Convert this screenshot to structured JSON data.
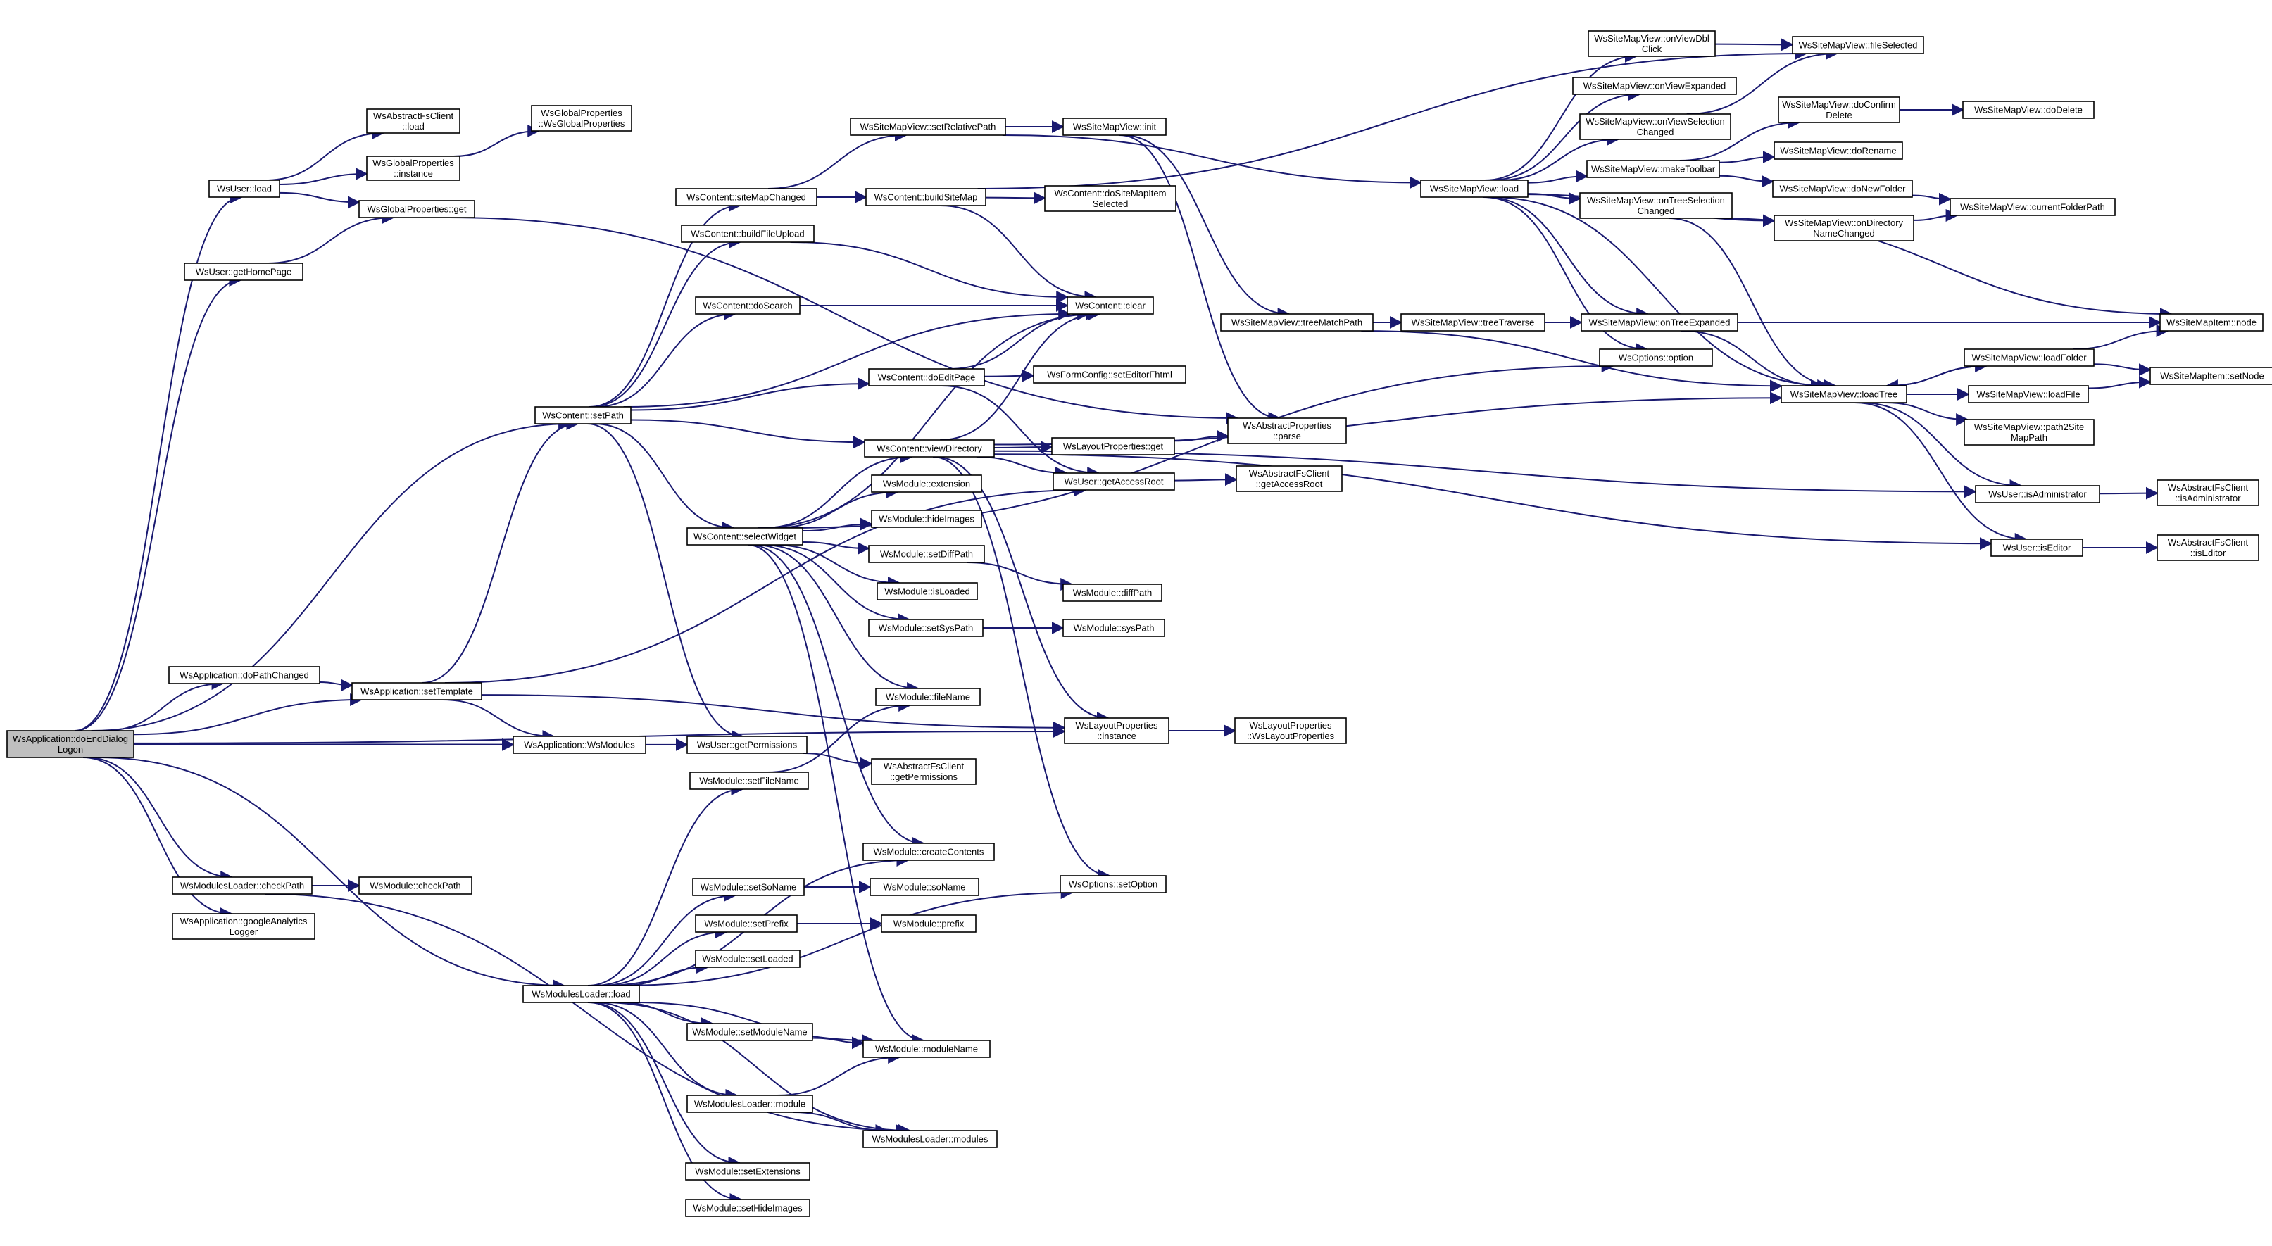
{
  "title": "",
  "colors": {
    "edge": "#191970",
    "node_border": "#000000",
    "root_fill": "#bfbfbf",
    "node_fill": "#ffffff"
  },
  "nodes": [
    {
      "id": "root",
      "label": [
        "WsApplication::doEndDialog",
        "Logon"
      ],
      "root": true
    },
    {
      "id": "userload",
      "label": [
        "WsUser::load"
      ]
    },
    {
      "id": "fsload",
      "label": [
        "WsAbstractFsClient",
        "::load"
      ]
    },
    {
      "id": "gpinst",
      "label": [
        "WsGlobalProperties",
        "::instance"
      ]
    },
    {
      "id": "gpctor",
      "label": [
        "WsGlobalProperties",
        "::WsGlobalProperties"
      ]
    },
    {
      "id": "gpget",
      "label": [
        "WsGlobalProperties::get"
      ]
    },
    {
      "id": "home",
      "label": [
        "WsUser::getHomePage"
      ]
    },
    {
      "id": "dopath",
      "label": [
        "WsApplication::doPathChanged"
      ]
    },
    {
      "id": "settmpl",
      "label": [
        "WsApplication::setTemplate"
      ]
    },
    {
      "id": "wsmods",
      "label": [
        "WsApplication::WsModules"
      ]
    },
    {
      "id": "mlcheck",
      "label": [
        "WsModulesLoader::checkPath"
      ]
    },
    {
      "id": "modcheck",
      "label": [
        "WsModule::checkPath"
      ]
    },
    {
      "id": "ga",
      "label": [
        "WsApplication::googleAnalytics",
        "Logger"
      ]
    },
    {
      "id": "mlload",
      "label": [
        "WsModulesLoader::load"
      ]
    },
    {
      "id": "setpath",
      "label": [
        "WsContent::setPath"
      ]
    },
    {
      "id": "smchanged",
      "label": [
        "WsContent::siteMapChanged"
      ]
    },
    {
      "id": "bfu",
      "label": [
        "WsContent::buildFileUpload"
      ]
    },
    {
      "id": "dosearch",
      "label": [
        "WsContent::doSearch"
      ]
    },
    {
      "id": "selwidget",
      "label": [
        "WsContent::selectWidget"
      ]
    },
    {
      "id": "getperm",
      "label": [
        "WsUser::getPermissions"
      ]
    },
    {
      "id": "setfn",
      "label": [
        "WsModule::setFileName"
      ]
    },
    {
      "id": "smvsetrel",
      "label": [
        "WsSiteMapView::setRelativePath"
      ]
    },
    {
      "id": "bsm",
      "label": [
        "WsContent::buildSiteMap"
      ]
    },
    {
      "id": "dosmsel",
      "label": [
        "WsContent::doSiteMapItem",
        "Selected"
      ]
    },
    {
      "id": "clear",
      "label": [
        "WsContent::clear"
      ]
    },
    {
      "id": "doedit",
      "label": [
        "WsContent::doEditPage"
      ]
    },
    {
      "id": "fhtml",
      "label": [
        "WsFormConfig::setEditorFhtml"
      ]
    },
    {
      "id": "viewdir",
      "label": [
        "WsContent::viewDirectory"
      ]
    },
    {
      "id": "lpget",
      "label": [
        "WsLayoutProperties::get"
      ]
    },
    {
      "id": "apparse",
      "label": [
        "WsAbstractProperties",
        "::parse"
      ]
    },
    {
      "id": "getroot",
      "label": [
        "WsUser::getAccessRoot"
      ]
    },
    {
      "id": "fsroot",
      "label": [
        "WsAbstractFsClient",
        "::getAccessRoot"
      ]
    },
    {
      "id": "ext",
      "label": [
        "WsModule::extension"
      ]
    },
    {
      "id": "hideimg",
      "label": [
        "WsModule::hideImages"
      ]
    },
    {
      "id": "setdiff",
      "label": [
        "WsModule::setDiffPath"
      ]
    },
    {
      "id": "diff",
      "label": [
        "WsModule::diffPath"
      ]
    },
    {
      "id": "isloaded",
      "label": [
        "WsModule::isLoaded"
      ]
    },
    {
      "id": "setsys",
      "label": [
        "WsModule::setSysPath"
      ]
    },
    {
      "id": "sys",
      "label": [
        "WsModule::sysPath"
      ]
    },
    {
      "id": "fname",
      "label": [
        "WsModule::fileName"
      ]
    },
    {
      "id": "lpinst",
      "label": [
        "WsLayoutProperties",
        "::instance"
      ]
    },
    {
      "id": "lpctor",
      "label": [
        "WsLayoutProperties",
        "::WsLayoutProperties"
      ]
    },
    {
      "id": "fsperm",
      "label": [
        "WsAbstractFsClient",
        "::getPermissions"
      ]
    },
    {
      "id": "createc",
      "label": [
        "WsModule::createContents"
      ]
    },
    {
      "id": "setso",
      "label": [
        "WsModule::setSoName"
      ]
    },
    {
      "id": "so",
      "label": [
        "WsModule::soName"
      ]
    },
    {
      "id": "setprefix",
      "label": [
        "WsModule::setPrefix"
      ]
    },
    {
      "id": "prefix",
      "label": [
        "WsModule::prefix"
      ]
    },
    {
      "id": "setloaded",
      "label": [
        "WsModule::setLoaded"
      ]
    },
    {
      "id": "setmodname",
      "label": [
        "WsModule::setModuleName"
      ]
    },
    {
      "id": "modname",
      "label": [
        "WsModule::moduleName"
      ]
    },
    {
      "id": "mlmodule",
      "label": [
        "WsModulesLoader::module"
      ]
    },
    {
      "id": "mlmodules",
      "label": [
        "WsModulesLoader::modules"
      ]
    },
    {
      "id": "setext",
      "label": [
        "WsModule::setExtensions"
      ]
    },
    {
      "id": "sethide",
      "label": [
        "WsModule::setHideImages"
      ]
    },
    {
      "id": "setopt",
      "label": [
        "WsOptions::setOption"
      ]
    },
    {
      "id": "smvinit",
      "label": [
        "WsSiteMapView::init"
      ]
    },
    {
      "id": "smvload",
      "label": [
        "WsSiteMapView::load"
      ]
    },
    {
      "id": "tmatch",
      "label": [
        "WsSiteMapView::treeMatchPath"
      ]
    },
    {
      "id": "ttrav",
      "label": [
        "WsSiteMapView::treeTraverse"
      ]
    },
    {
      "id": "dblclick",
      "label": [
        "WsSiteMapView::onViewDbl",
        "Click"
      ]
    },
    {
      "id": "fsel",
      "label": [
        "WsSiteMapView::fileSelected"
      ]
    },
    {
      "id": "viewexp",
      "label": [
        "WsSiteMapView::onViewExpanded"
      ]
    },
    {
      "id": "viewselch",
      "label": [
        "WsSiteMapView::onViewSelection",
        "Changed"
      ]
    },
    {
      "id": "toolbar",
      "label": [
        "WsSiteMapView::makeToolbar"
      ]
    },
    {
      "id": "confdel",
      "label": [
        "WsSiteMapView::doConfirm",
        "Delete"
      ]
    },
    {
      "id": "dodel",
      "label": [
        "WsSiteMapView::doDelete"
      ]
    },
    {
      "id": "rename",
      "label": [
        "WsSiteMapView::doRename"
      ]
    },
    {
      "id": "newfolder",
      "label": [
        "WsSiteMapView::doNewFolder"
      ]
    },
    {
      "id": "curfolder",
      "label": [
        "WsSiteMapView::currentFolderPath"
      ]
    },
    {
      "id": "dirname",
      "label": [
        "WsSiteMapView::onDirectory",
        "NameChanged"
      ]
    },
    {
      "id": "treesel",
      "label": [
        "WsSiteMapView::onTreeSelection",
        "Changed"
      ]
    },
    {
      "id": "treeexp",
      "label": [
        "WsSiteMapView::onTreeExpanded"
      ]
    },
    {
      "id": "option",
      "label": [
        "WsOptions::option"
      ]
    },
    {
      "id": "loadtree",
      "label": [
        "WsSiteMapView::loadTree"
      ]
    },
    {
      "id": "loadfolder",
      "label": [
        "WsSiteMapView::loadFolder"
      ]
    },
    {
      "id": "loadfile",
      "label": [
        "WsSiteMapView::loadFile"
      ]
    },
    {
      "id": "path2",
      "label": [
        "WsSiteMapView::path2Site",
        "MapPath"
      ]
    },
    {
      "id": "itemnode",
      "label": [
        "WsSiteMapItem::node"
      ]
    },
    {
      "id": "itemset",
      "label": [
        "WsSiteMapItem::setNode"
      ]
    },
    {
      "id": "isadmin",
      "label": [
        "WsUser::isAdministrator"
      ]
    },
    {
      "id": "fsadmin",
      "label": [
        "WsAbstractFsClient",
        "::isAdministrator"
      ]
    },
    {
      "id": "iseditor",
      "label": [
        "WsUser::isEditor"
      ]
    },
    {
      "id": "fseditor",
      "label": [
        "WsAbstractFsClient",
        "::isEditor"
      ]
    }
  ],
  "edges": [
    [
      "root",
      "userload"
    ],
    [
      "root",
      "home"
    ],
    [
      "root",
      "setpath"
    ],
    [
      "root",
      "dopath"
    ],
    [
      "root",
      "settmpl"
    ],
    [
      "root",
      "wsmods"
    ],
    [
      "root",
      "getperm"
    ],
    [
      "root",
      "lpinst"
    ],
    [
      "root",
      "mlcheck"
    ],
    [
      "root",
      "ga"
    ],
    [
      "root",
      "mlload"
    ],
    [
      "userload",
      "fsload"
    ],
    [
      "userload",
      "gpinst"
    ],
    [
      "userload",
      "gpget"
    ],
    [
      "gpinst",
      "gpctor"
    ],
    [
      "home",
      "gpget"
    ],
    [
      "gpget",
      "apparse"
    ],
    [
      "dopath",
      "settmpl"
    ],
    [
      "settmpl",
      "setpath"
    ],
    [
      "settmpl",
      "wsmods"
    ],
    [
      "settmpl",
      "lpinst"
    ],
    [
      "settmpl",
      "getroot"
    ],
    [
      "mlcheck",
      "modcheck"
    ],
    [
      "mlcheck",
      "mlmodules"
    ],
    [
      "setpath",
      "smchanged"
    ],
    [
      "setpath",
      "bfu"
    ],
    [
      "setpath",
      "clear"
    ],
    [
      "setpath",
      "dosearch"
    ],
    [
      "setpath",
      "doedit"
    ],
    [
      "setpath",
      "viewdir"
    ],
    [
      "setpath",
      "selwidget"
    ],
    [
      "setpath",
      "getperm"
    ],
    [
      "smchanged",
      "smvsetrel"
    ],
    [
      "smchanged",
      "bsm"
    ],
    [
      "bsm",
      "dosmsel"
    ],
    [
      "bsm",
      "clear"
    ],
    [
      "bsm",
      "fsel"
    ],
    [
      "bfu",
      "clear"
    ],
    [
      "dosearch",
      "clear"
    ],
    [
      "doedit",
      "clear"
    ],
    [
      "doedit",
      "fhtml"
    ],
    [
      "doedit",
      "getroot"
    ],
    [
      "viewdir",
      "clear"
    ],
    [
      "viewdir",
      "lpget"
    ],
    [
      "viewdir",
      "getroot"
    ],
    [
      "viewdir",
      "lpinst"
    ],
    [
      "viewdir",
      "setopt"
    ],
    [
      "viewdir",
      "isadmin"
    ],
    [
      "viewdir",
      "iseditor"
    ],
    [
      "viewdir",
      "loadtree"
    ],
    [
      "lpget",
      "apparse"
    ],
    [
      "getroot",
      "fsroot"
    ],
    [
      "selwidget",
      "clear"
    ],
    [
      "selwidget",
      "viewdir"
    ],
    [
      "selwidget",
      "ext"
    ],
    [
      "selwidget",
      "hideimg"
    ],
    [
      "selwidget",
      "setdiff"
    ],
    [
      "selwidget",
      "isloaded"
    ],
    [
      "selwidget",
      "setsys"
    ],
    [
      "selwidget",
      "fname"
    ],
    [
      "selwidget",
      "createc"
    ],
    [
      "selwidget",
      "modname"
    ],
    [
      "selwidget",
      "option"
    ],
    [
      "setdiff",
      "diff"
    ],
    [
      "setsys",
      "sys"
    ],
    [
      "getperm",
      "fsperm"
    ],
    [
      "setfn",
      "fname"
    ],
    [
      "mlload",
      "setfn"
    ],
    [
      "mlload",
      "createc"
    ],
    [
      "mlload",
      "setso"
    ],
    [
      "mlload",
      "setprefix"
    ],
    [
      "mlload",
      "setloaded"
    ],
    [
      "mlload",
      "setmodname"
    ],
    [
      "mlload",
      "modname"
    ],
    [
      "mlload",
      "mlmodule"
    ],
    [
      "mlload",
      "mlmodules"
    ],
    [
      "mlload",
      "setext"
    ],
    [
      "mlload",
      "sethide"
    ],
    [
      "mlload",
      "setopt"
    ],
    [
      "setso",
      "so"
    ],
    [
      "setprefix",
      "prefix"
    ],
    [
      "setmodname",
      "modname"
    ],
    [
      "mlmodule",
      "modname"
    ],
    [
      "mlmodule",
      "mlmodules"
    ],
    [
      "lpinst",
      "lpctor"
    ],
    [
      "smvsetrel",
      "smvinit"
    ],
    [
      "smvsetrel",
      "smvload"
    ],
    [
      "smvinit",
      "tmatch"
    ],
    [
      "smvinit",
      "apparse"
    ],
    [
      "tmatch",
      "ttrav"
    ],
    [
      "tmatch",
      "loadtree"
    ],
    [
      "ttrav",
      "treeexp"
    ],
    [
      "smvload",
      "dblclick"
    ],
    [
      "smvload",
      "viewexp"
    ],
    [
      "smvload",
      "viewselch"
    ],
    [
      "smvload",
      "toolbar"
    ],
    [
      "smvload",
      "dirname"
    ],
    [
      "smvload",
      "treesel"
    ],
    [
      "smvload",
      "treeexp"
    ],
    [
      "smvload",
      "option"
    ],
    [
      "smvload",
      "loadtree"
    ],
    [
      "dblclick",
      "fsel"
    ],
    [
      "viewselch",
      "fsel"
    ],
    [
      "toolbar",
      "confdel"
    ],
    [
      "toolbar",
      "rename"
    ],
    [
      "toolbar",
      "newfolder"
    ],
    [
      "confdel",
      "dodel"
    ],
    [
      "newfolder",
      "curfolder"
    ],
    [
      "dirname",
      "curfolder"
    ],
    [
      "treesel",
      "loadtree"
    ],
    [
      "treesel",
      "itemnode"
    ],
    [
      "treeexp",
      "loadtree"
    ],
    [
      "treeexp",
      "itemnode"
    ],
    [
      "loadtree",
      "loadfolder"
    ],
    [
      "loadtree",
      "loadfile"
    ],
    [
      "loadtree",
      "path2"
    ],
    [
      "loadtree",
      "isadmin"
    ],
    [
      "loadtree",
      "iseditor"
    ],
    [
      "loadfolder",
      "itemnode"
    ],
    [
      "loadfolder",
      "itemset"
    ],
    [
      "loadfolder",
      "loadtree"
    ],
    [
      "loadfile",
      "itemset"
    ],
    [
      "isadmin",
      "fsadmin"
    ],
    [
      "iseditor",
      "fseditor"
    ]
  ]
}
